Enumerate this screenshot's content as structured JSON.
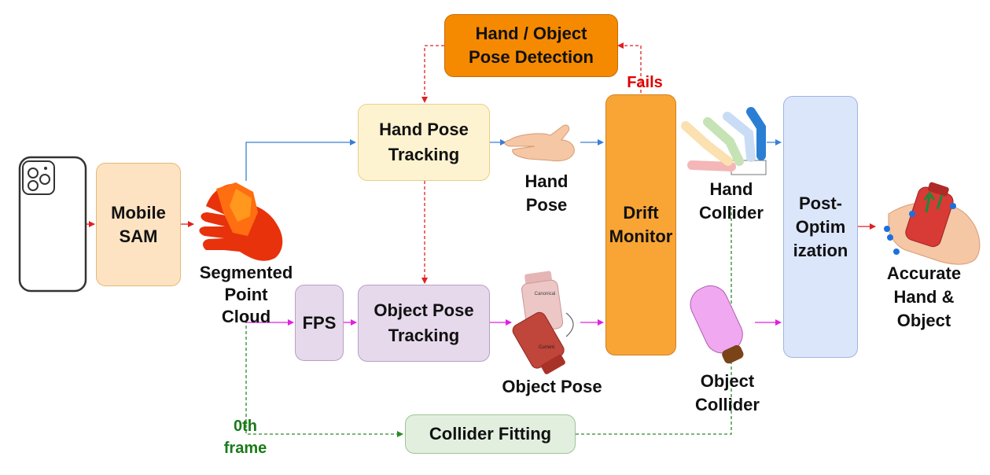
{
  "nodes": {
    "mobile_sam": "Mobile\nSAM",
    "segmented_point_cloud": "Segmented\nPoint\nCloud",
    "fps": "FPS",
    "hand_pose_tracking": "Hand Pose\nTracking",
    "object_pose_tracking": "Object Pose\nTracking",
    "hand_object_pose_detection": "Hand / Object\nPose Detection",
    "drift_monitor": "Drift\nMonitor",
    "post_optimization": "Post-\nOptim\nization",
    "collider_fitting": "Collider Fitting"
  },
  "labels": {
    "hand_pose": "Hand\nPose",
    "object_pose": "Object Pose",
    "hand_collider": "Hand\nCollider",
    "object_collider": "Object\nCollider",
    "accurate_output": "Accurate\nHand &\nObject",
    "fails": "Fails",
    "zeroth_frame": "0th\nframe",
    "canonical": "Canonical",
    "current": "Current"
  },
  "colors": {
    "blue_arrow": "#3a7fd5",
    "magenta_arrow": "#e020e0",
    "red_arrow": "#e02020",
    "green_arrow": "#2a8a2a",
    "fails_text": "#e00000",
    "zeroth_text": "#1a7a1a",
    "sam_fill": "#fde3c2",
    "hand_track_fill": "#fdf3d0",
    "obj_track_fill": "#e6d9ec",
    "detection_fill": "#f58a00",
    "drift_fill": "#f9a535",
    "postopt_fill": "#dce6fb",
    "collider_fill": "#e2efdf"
  },
  "icons": [
    "smartphone-icon",
    "segmented-hand-cloud-icon",
    "hand-pose-icon",
    "object-pose-icon",
    "hand-collider-icon",
    "object-collider-icon",
    "hand-object-result-icon"
  ]
}
